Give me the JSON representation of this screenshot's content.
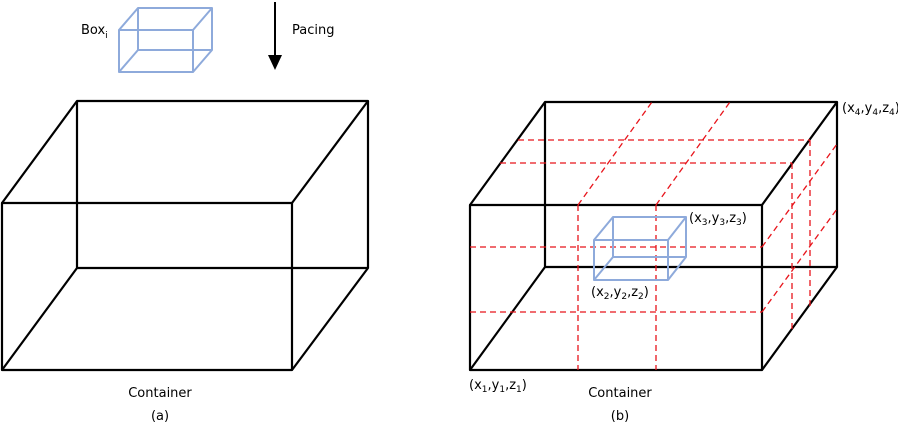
{
  "labels": {
    "box_prefix": "Box",
    "box_sub": "i",
    "pacing": "Pacing",
    "container_a": "Container",
    "caption_a": "(a)",
    "container_b": "Container",
    "caption_b": "(b)",
    "coord_1": [
      "(x",
      "1",
      ",y",
      "1",
      ",z",
      "1",
      ")"
    ],
    "coord_2": [
      "(x",
      "2",
      ",y",
      "2",
      ",z",
      "2",
      ")"
    ],
    "coord_3": [
      "(x",
      "3",
      ",y",
      "3",
      ",z",
      "3",
      ")"
    ],
    "coord_4": [
      "(x",
      "4",
      ",y",
      "4",
      ",z",
      "4",
      ")"
    ]
  },
  "colors": {
    "container_edge": "#000000",
    "box_edge": "#8eaadb",
    "partition_line": "#e8141b"
  }
}
